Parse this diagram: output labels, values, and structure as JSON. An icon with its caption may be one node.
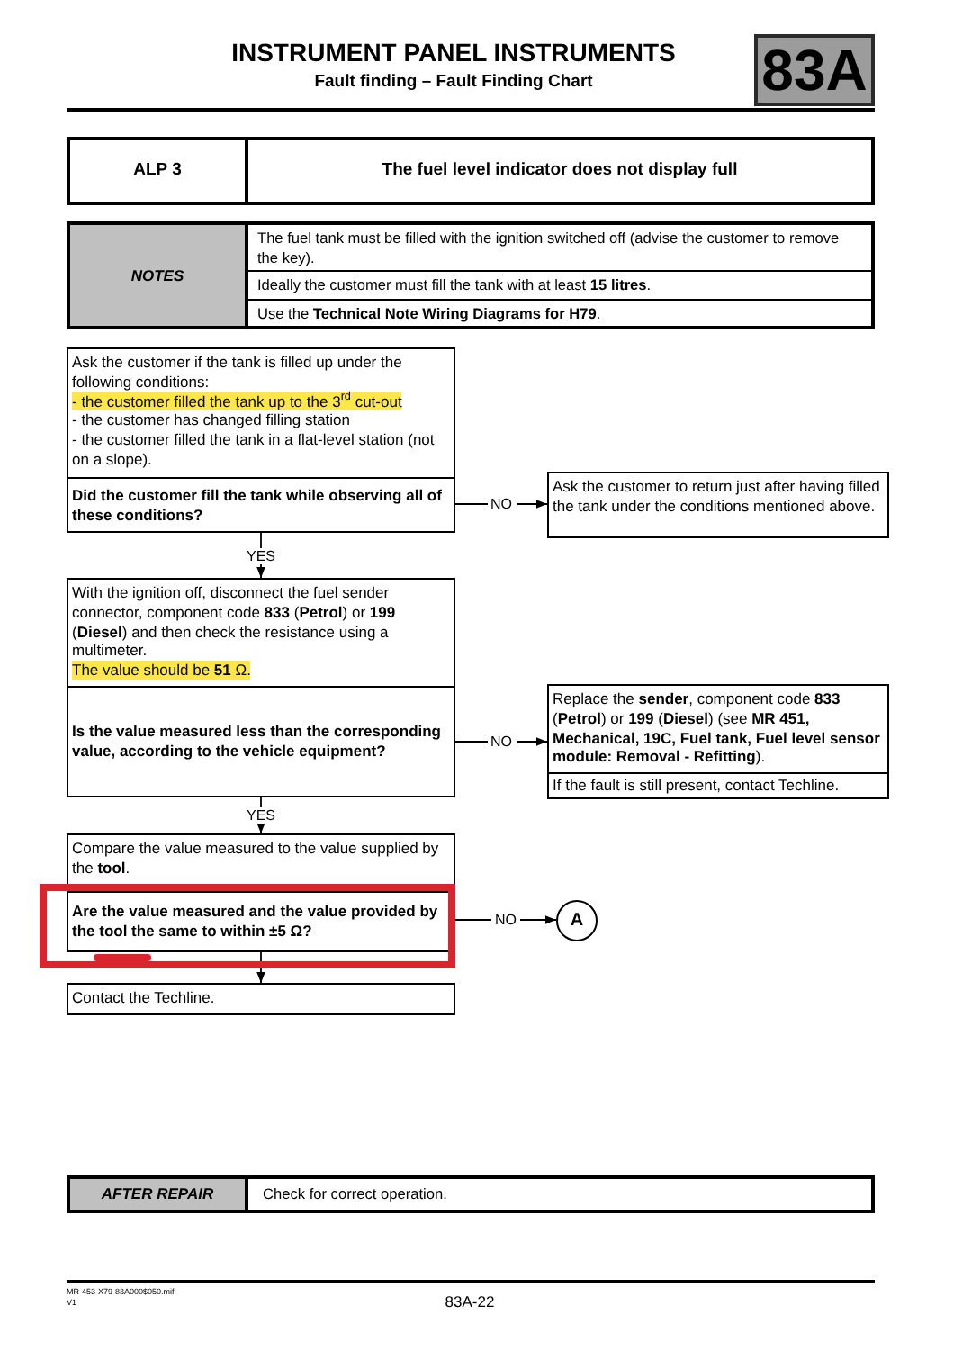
{
  "diagram": {
    "title": "INSTRUMENT PANEL INSTRUMENTS",
    "nodes": [
      {
        "text": [
          "83A"
        ]
      },
      {
        "text": [
          "Ask the customer if the tank is filled up under the following conditions:",
          "- the customer filled the tank up to the 3$^{rd}$ cut-out",
          "- the customer has changed filling station",
          "- the customer filled the tank in a flat-level station (not on a slope).",
          "Did the customer fill the tank while observing all of these conditions?"
        ]
      },
      {
        "text": [
          "Ask the customer to return just after having filled the tank under the conditions mentioned above."
        ]
      },
      {
        "text": [
          "With the ignition off, disconnect the fuel sender connector, component code **833** (**Petrol**) or **199** (**Diesel**) and then check the resistance using a multimeter.",
          "The value should be **51** Ω.",
          "Is the value measured less than the corresponding value, according to the vehicle equipment?"
        ]
      },
      {
        "text": [
          "Replace the **sender**, component code **833** (**Petrol**) or **199** (**Diesel**) (see **MR 451, Mechanical, 19C, Fuel tank, Fuel level sensor module: Removal - Refitting**).",
          "If the fault is still present, contact Techline."
        ]
      },
      {
        "text": [
          "Compare the value measured to the value supplied by the **tool**.",
          "Are the value measured and the value provided by the tool the same to within ±5 Ω?"
        ]
      },
      {
        "text": [
          "A"
        ]
      },
      {
        "text": [
          "Contact the Techline."
        ]
      }
    ],
    "edges": [
      {
        "from": 1,
        "to": 2,
        "arrow": "to",
        "label": "NO"
      },
      {
        "from": 1,
        "to": 3,
        "arrow": "to",
        "label": "YES"
      },
      {
        "from": 3,
        "to": 4,
        "arrow": "to",
        "label": "NO"
      },
      {
        "from": 3,
        "to": 5,
        "arrow": "to",
        "label": "YES"
      },
      {
        "from": 5,
        "to": 6,
        "arrow": "to",
        "label": "NO"
      },
      {
        "from": 5,
        "to": 7,
        "arrow": "to"
      }
    ],
    "labels": [
      "Fault finding – Fault Finding Chart",
      "ALP 3",
      "The fuel level indicator does not display full",
      "NOTES",
      "The fuel tank must be filled with the ignition switched off (advise the customer to remove the key).",
      "Ideally the customer must fill the tank with at least **15 litres**.",
      "Use the **Technical Note Wiring Diagrams for H79**.",
      "AFTER REPAIR",
      "Check for correct operation.",
      "MR-453-X79-83A000$050.mif",
      "V1",
      "83A-22"
    ]
  }
}
